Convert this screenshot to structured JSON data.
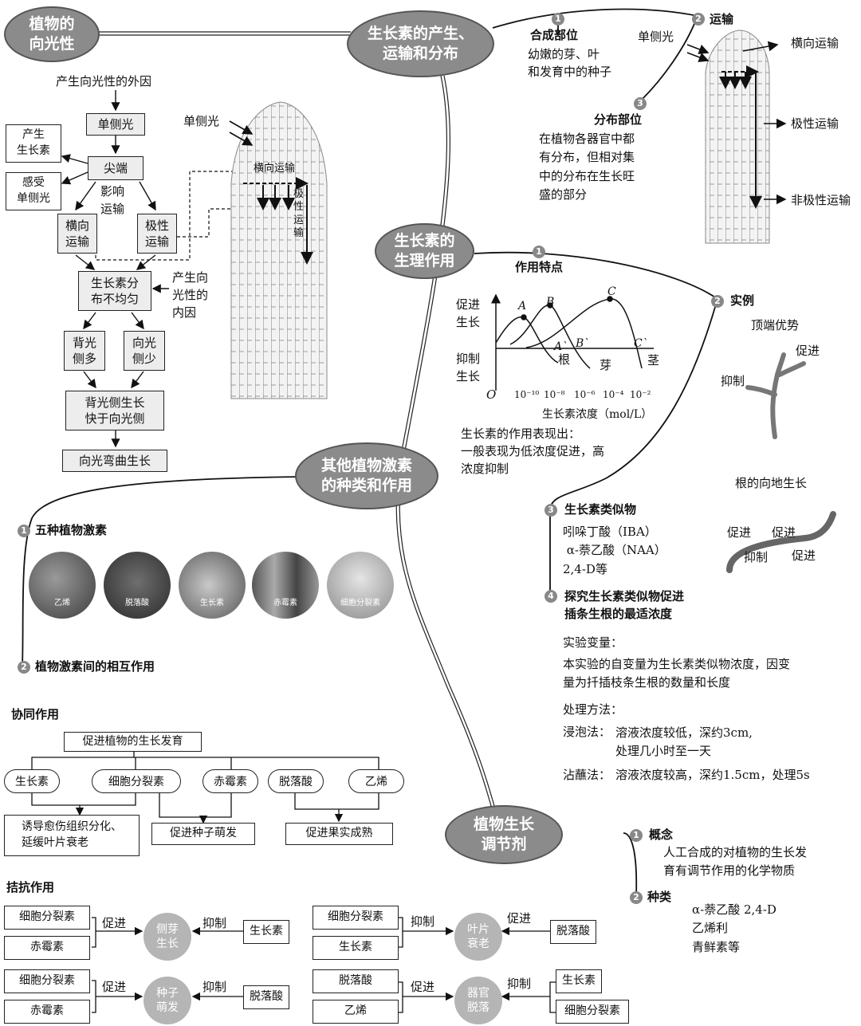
{
  "hubs": {
    "phototropism": "植物的\n向光性",
    "production": "生长素的产生、\n运输和分布",
    "physiology": "生长素的\n生理作用",
    "other_hormones": "其他植物激素\n的种类和作用",
    "regulator": "植物生长\n调节剂"
  },
  "phototropism_flow": {
    "external_cause": "产生向光性的外因",
    "unilateral_light": "单侧光",
    "tip": "尖端",
    "produce_auxin": "产生\n生长素",
    "sense_light": "感受\n单侧光",
    "influence": "影响\n运输",
    "lateral": "横向\n运输",
    "polar": "极性\n运输",
    "uneven": "生长素分\n布不均匀",
    "internal_cause": "产生向\n光性的\n内因",
    "shade_more": "背光\n侧多",
    "light_less": "向光\n侧少",
    "faster": "背光侧生长\n快于向光侧",
    "bending": "向光弯曲生长",
    "fig_light": "单侧光",
    "fig_lateral": "横向运输",
    "fig_polar": "极\n性\n运\n输"
  },
  "production": {
    "n1_title": "合成部位",
    "n1_text": "幼嫩的芽、叶\n和发育中的种子",
    "n2_title": "运输",
    "n3_title": "分布部位",
    "n3_text": "在植物各器官中都\n有分布，但相对集\n中的分布在生长旺\n盛的部分",
    "light": "单侧光",
    "lateral": "横向运输",
    "polar": "极性运输",
    "nonpolar": "非极性运输"
  },
  "physiology": {
    "n1_title": "作用特点",
    "promote": "促进\n生长",
    "inhibit": "抑制\n生长",
    "origin": "O",
    "xlabel": "生长素浓度（mol/L）",
    "ticks": [
      "10⁻¹⁰",
      "10⁻⁸",
      "10⁻⁶",
      "10⁻⁴",
      "10⁻²"
    ],
    "point_labels": [
      "A",
      "B",
      "C",
      "A`",
      "B`",
      "C`"
    ],
    "organs": [
      "根",
      "芽",
      "茎"
    ],
    "summary": "生长素的作用表现出：\n一般表现为低浓度促进，高\n浓度抑制",
    "n2_title": "实例",
    "apical": "顶端优势",
    "apical_promote": "促进",
    "apical_inhibit": "抑制",
    "gravitropism": "根的向地生长",
    "g_promote1": "促进",
    "g_promote2": "促进",
    "g_inhibit": "抑制",
    "g_promote3": "促进",
    "n3_title": "生长素类似物",
    "n3_text": "吲哚丁酸（IBA）\n α-萘乙酸（NAA）\n2,4-D等",
    "n4_title": "探究生长素类似物促进\n插条生根的最适浓度",
    "var_title": "实验变量：",
    "var_text": "本实验的自变量为生长素类似物浓度，因变\n量为扦插枝条生根的数量和长度",
    "method_title": "处理方法：",
    "soak_label": "浸泡法：",
    "soak_text": "溶液浓度较低，深约3cm,\n处理几小时至一天",
    "dip_label": "沾蘸法：",
    "dip_text": "溶液浓度较高，深约1.5cm，处理5s"
  },
  "other": {
    "n1_title": "五种植物激素",
    "photos": [
      "乙烯",
      "脱落酸",
      "生长素",
      "赤霉素",
      "细胞分裂素"
    ],
    "n2_title": "植物激素间的相互作用",
    "synergy_title": "协同作用",
    "synergy_top": "促进植物的生长发育",
    "synergy_items": [
      "生长素",
      "细胞分裂素",
      "赤霉素",
      "脱落酸",
      "乙烯"
    ],
    "synergy_out1": "诱导愈伤组织分化、\n延缓叶片衰老",
    "synergy_out2": "促进种子萌发",
    "synergy_out3": "促进果实成熟",
    "antagonism_title": "拮抗作用",
    "ant": [
      {
        "left": [
          "细胞分裂素",
          "赤霉素"
        ],
        "left_verb": "促进",
        "center": "侧芽\n生长",
        "right_verb": "抑制",
        "right": [
          "生长素"
        ]
      },
      {
        "left": [
          "细胞分裂素",
          "生长素"
        ],
        "left_verb": "抑制",
        "center": "叶片\n衰老",
        "right_verb": "促进",
        "right": [
          "脱落酸"
        ]
      },
      {
        "left": [
          "细胞分裂素",
          "赤霉素"
        ],
        "left_verb": "促进",
        "center": "种子\n萌发",
        "right_verb": "抑制",
        "right": [
          "脱落酸"
        ]
      },
      {
        "left": [
          "脱落酸",
          "乙烯"
        ],
        "left_verb": "促进",
        "center": "器官\n脱落",
        "right_verb": "抑制",
        "right": [
          "生长素",
          "细胞分裂素"
        ]
      }
    ]
  },
  "regulator": {
    "n1_title": "概念",
    "n1_text": "人工合成的对植物的生长发\n育有调节作用的化学物质",
    "n2_title": "种类",
    "n2_text": "α-萘乙酸 2,4-D\n乙烯利\n青鲜素等"
  },
  "numbers": [
    "1",
    "2",
    "3",
    "4"
  ],
  "colors": {
    "hub": "#8b8b8b",
    "box": "#ededed",
    "circle": "#b5b5b5"
  }
}
